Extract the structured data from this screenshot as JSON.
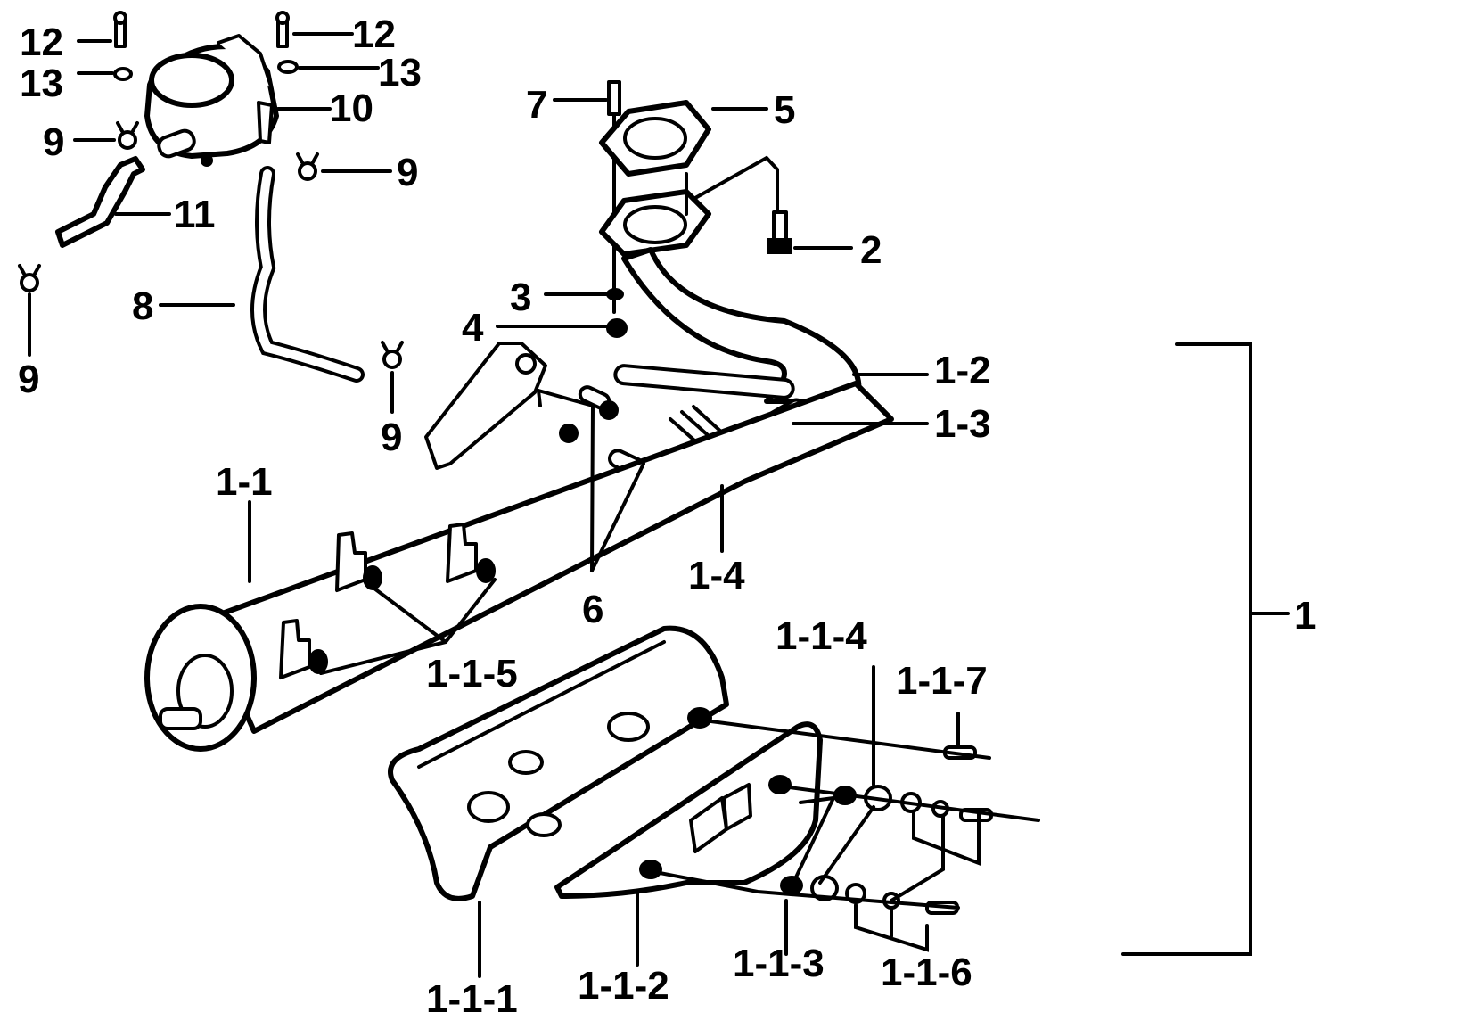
{
  "callouts": [
    {
      "id": "c12a",
      "text": "12"
    },
    {
      "id": "c12b",
      "text": "12"
    },
    {
      "id": "c13a",
      "text": "13"
    },
    {
      "id": "c13b",
      "text": "13"
    },
    {
      "id": "c10",
      "text": "10"
    },
    {
      "id": "c9a",
      "text": "9"
    },
    {
      "id": "c9b",
      "text": "9"
    },
    {
      "id": "c9c",
      "text": "9"
    },
    {
      "id": "c9d",
      "text": "9"
    },
    {
      "id": "c11",
      "text": "11"
    },
    {
      "id": "c8",
      "text": "8"
    },
    {
      "id": "c7",
      "text": "7"
    },
    {
      "id": "c5",
      "text": "5"
    },
    {
      "id": "c2",
      "text": "2"
    },
    {
      "id": "c3",
      "text": "3"
    },
    {
      "id": "c4",
      "text": "4"
    },
    {
      "id": "c1-2",
      "text": "1-2"
    },
    {
      "id": "c1-3",
      "text": "1-3"
    },
    {
      "id": "c1-1",
      "text": "1-1"
    },
    {
      "id": "c1-4",
      "text": "1-4"
    },
    {
      "id": "c6",
      "text": "6"
    },
    {
      "id": "c1",
      "text": "1"
    },
    {
      "id": "c1-1-5",
      "text": "1-1-5"
    },
    {
      "id": "c1-1-4",
      "text": "1-1-4"
    },
    {
      "id": "c1-1-7",
      "text": "1-1-7"
    },
    {
      "id": "c1-1-3",
      "text": "1-1-3"
    },
    {
      "id": "c1-1-6",
      "text": "1-1-6"
    },
    {
      "id": "c1-1-2",
      "text": "1-1-2"
    },
    {
      "id": "c1-1-1",
      "text": "1-1-1"
    }
  ]
}
